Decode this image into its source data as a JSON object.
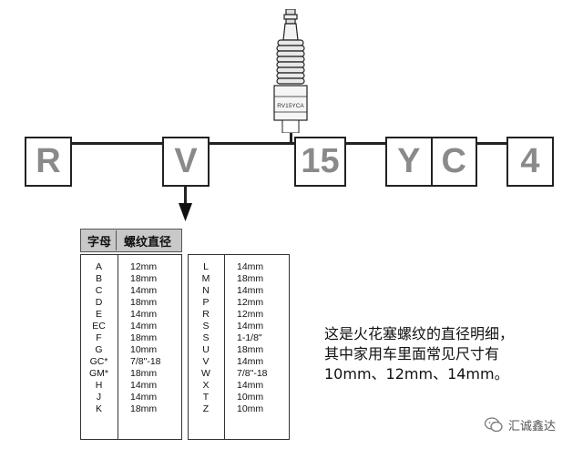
{
  "plug": {
    "label": "RV15YCA"
  },
  "codes": [
    {
      "text": "R"
    },
    {
      "text": "V"
    },
    {
      "text": "15"
    },
    {
      "text": "Y",
      "text2": "C"
    },
    {
      "text": "4"
    }
  ],
  "table": {
    "header_letter": "字母",
    "header_diameter": "螺纹直径",
    "left_letters": [
      "A",
      "B",
      "C",
      "D",
      "E",
      "EC",
      "F",
      "G",
      "GC*",
      "GM*",
      "H",
      "J",
      "K"
    ],
    "left_sizes": [
      "12mm",
      "18mm",
      "14mm",
      "18mm",
      "14mm",
      "14mm",
      "18mm",
      "10mm",
      "7/8\"-18",
      "18mm",
      "14mm",
      "14mm",
      "18mm"
    ],
    "right_letters": [
      "L",
      "M",
      "N",
      "P",
      "R",
      "S",
      "S",
      "U",
      "V",
      "W",
      "X",
      "T",
      "Z"
    ],
    "right_sizes": [
      "14mm",
      "18mm",
      "14mm",
      "12mm",
      "12mm",
      "14mm",
      "1-1/8\"",
      "18mm",
      "14mm",
      "7/8\"-18",
      "14mm",
      "10mm",
      "10mm"
    ]
  },
  "note": {
    "line1": "这是火花塞螺纹的直径明细，",
    "line2": "其中家用车里面常见尺寸有",
    "line3": "10mm、12mm、14mm。"
  },
  "watermark": {
    "text": "汇诚鑫达",
    "icon": "wechat-icon"
  }
}
